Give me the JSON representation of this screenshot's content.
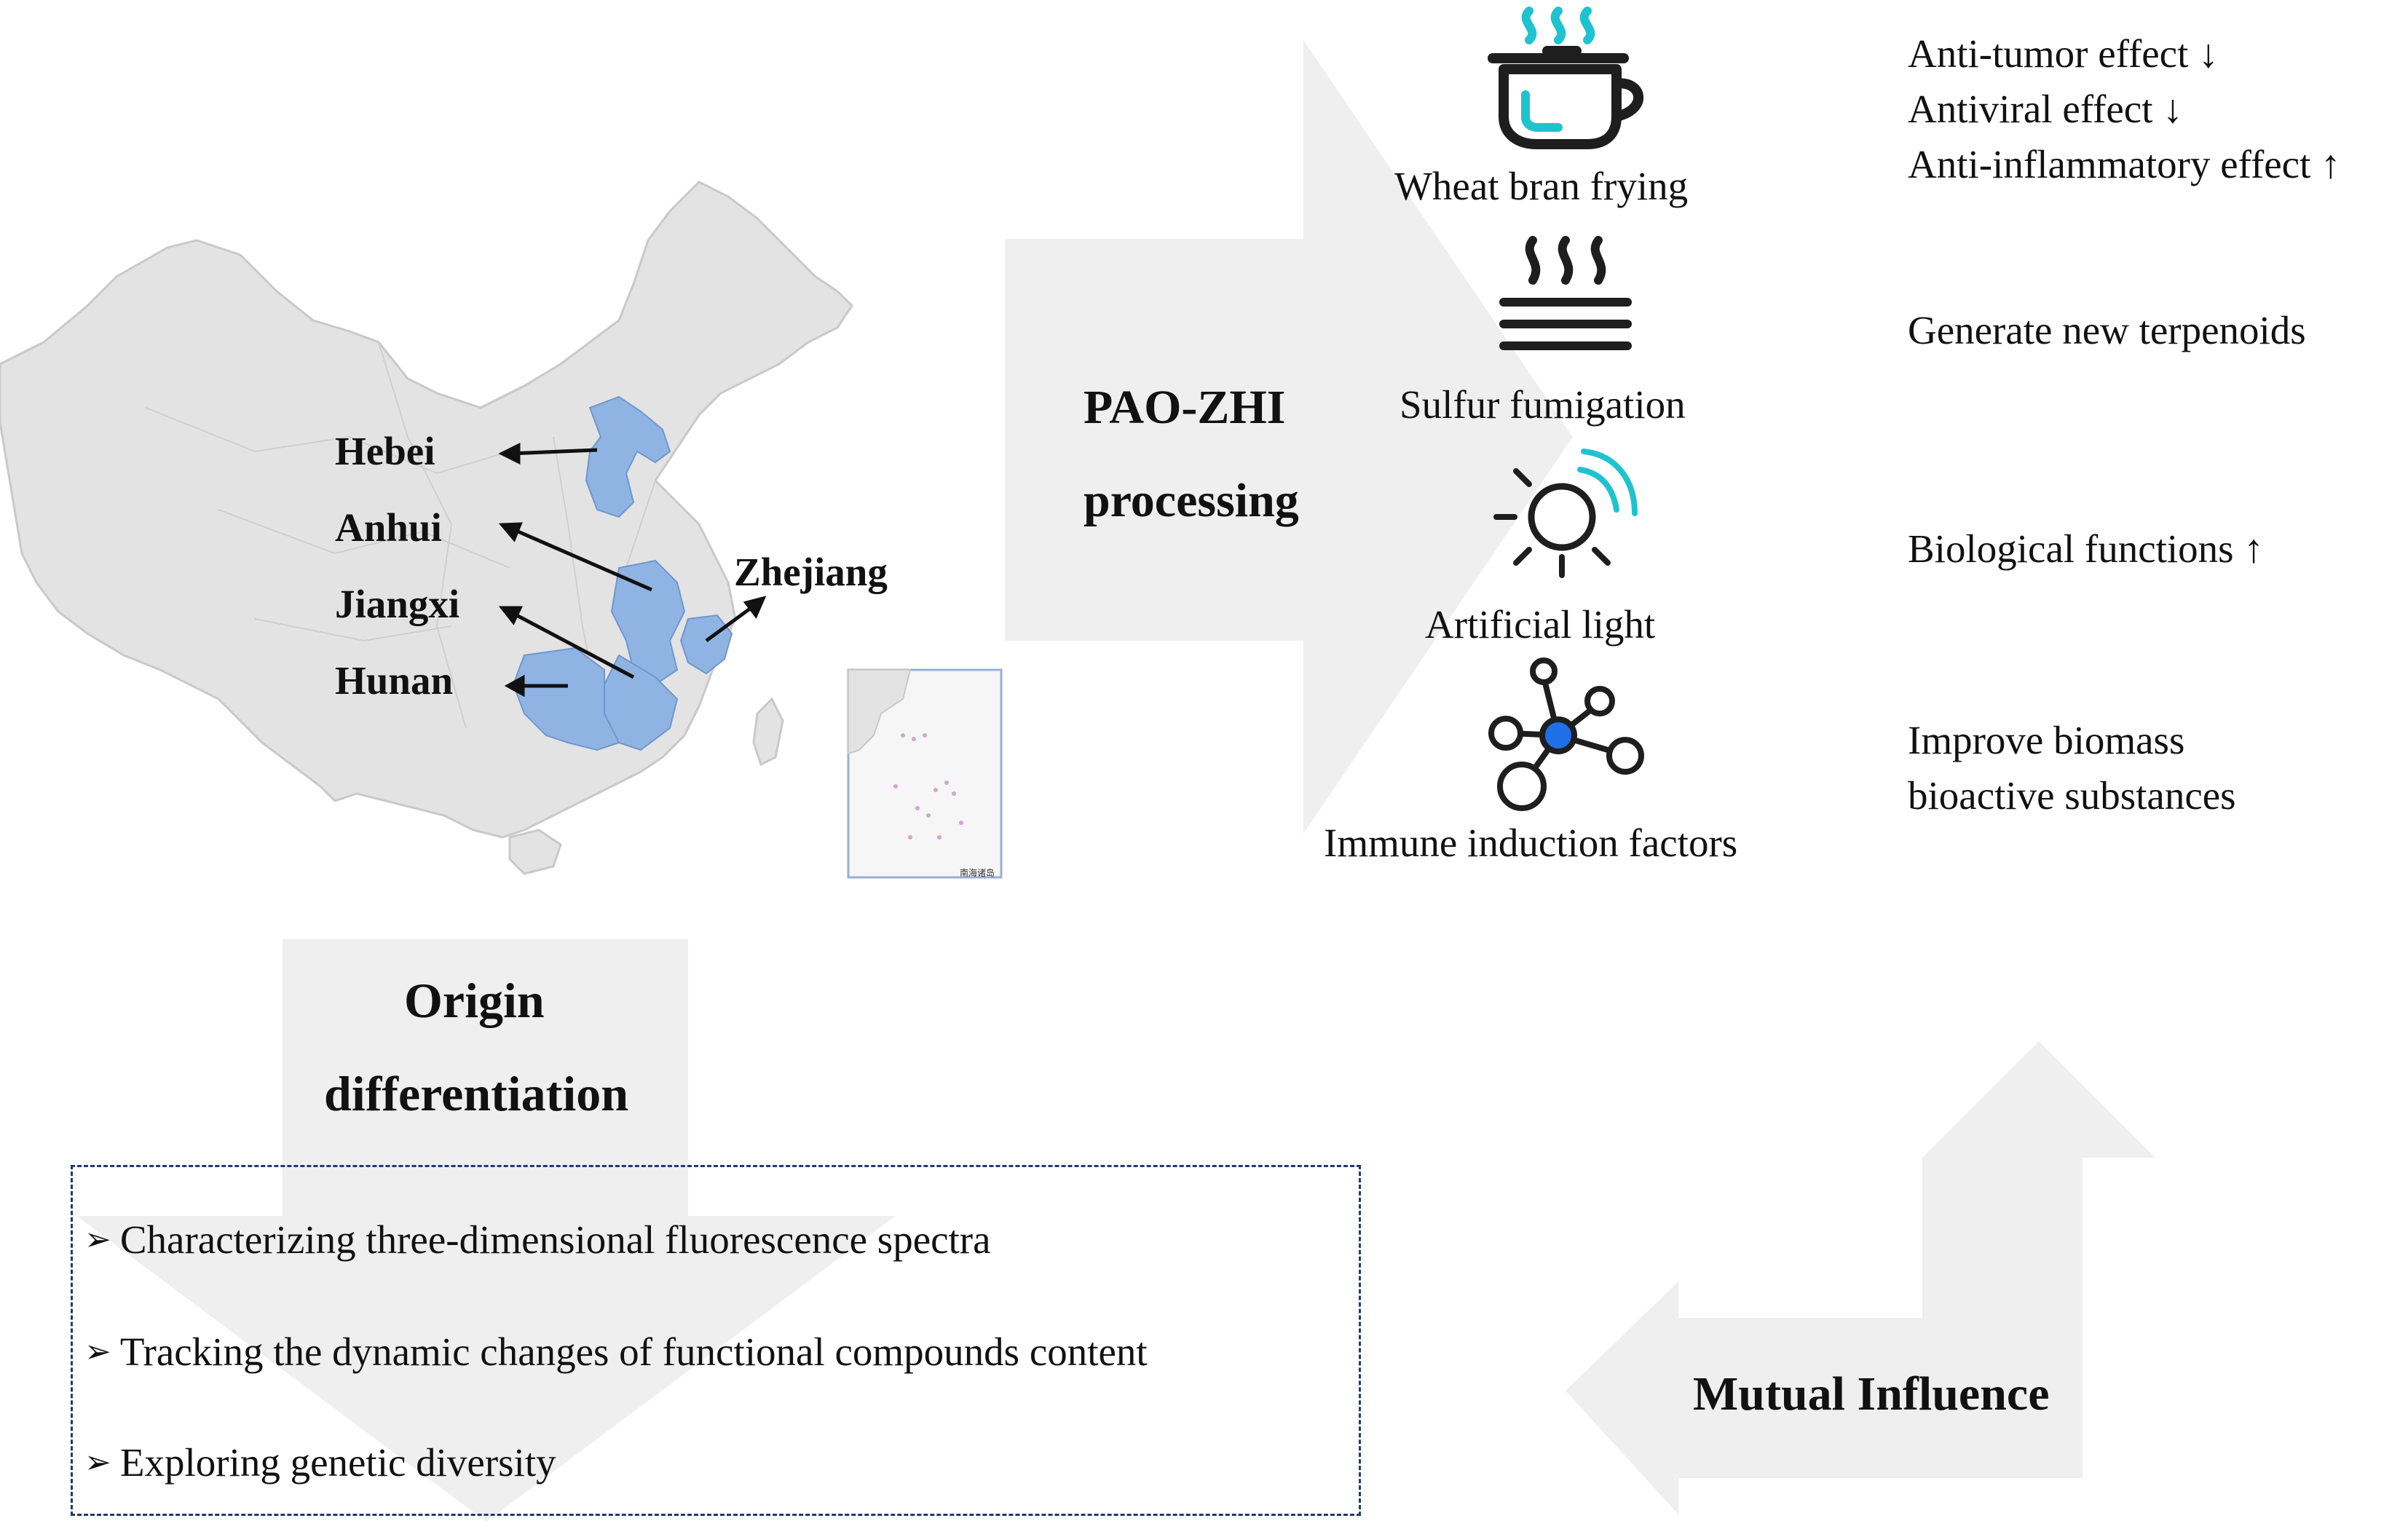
{
  "map": {
    "labels": {
      "hebei": "Hebei",
      "anhui": "Anhui",
      "jiangxi": "Jiangxi",
      "hunan": "Hunan",
      "zhejiang": "Zhejiang"
    },
    "highlight_color": "#8fb4e3",
    "base_color": "#e3e3e3",
    "inset_caption": "南海诸岛"
  },
  "processing": {
    "title_line1": "PAO-ZHI",
    "title_line2": "processing",
    "methods": [
      {
        "label": "Wheat bran frying",
        "icon": "steaming-pot-icon"
      },
      {
        "label": "Sulfur fumigation",
        "icon": "fumigation-icon"
      },
      {
        "label": "Artificial light",
        "icon": "sun-light-icon"
      },
      {
        "label": "Immune induction factors",
        "icon": "molecule-network-icon"
      }
    ],
    "effects": {
      "frying": [
        "Anti-tumor effect ↓",
        "Antiviral effect ↓",
        "Anti-inflammatory effect ↑"
      ],
      "sulfur": [
        "Generate new terpenoids"
      ],
      "light": [
        "Biological functions ↑"
      ],
      "immune": [
        "Improve biomass",
        "bioactive substances"
      ]
    }
  },
  "origin": {
    "title_line1": "Origin",
    "title_line2": "differentiation",
    "bullets": [
      "Characterizing three-dimensional fluorescence spectra",
      "Tracking the dynamic changes of functional compounds content",
      "Exploring genetic diversity"
    ],
    "bullet_marker": "➢"
  },
  "mutual": {
    "label": "Mutual Influence"
  },
  "colors": {
    "arrow_fill": "#efefef",
    "icon_teal": "#1fc3cf",
    "icon_dark": "#1e1e1e",
    "node_blue": "#1e6fe8",
    "box_border": "#1f3a6e"
  }
}
